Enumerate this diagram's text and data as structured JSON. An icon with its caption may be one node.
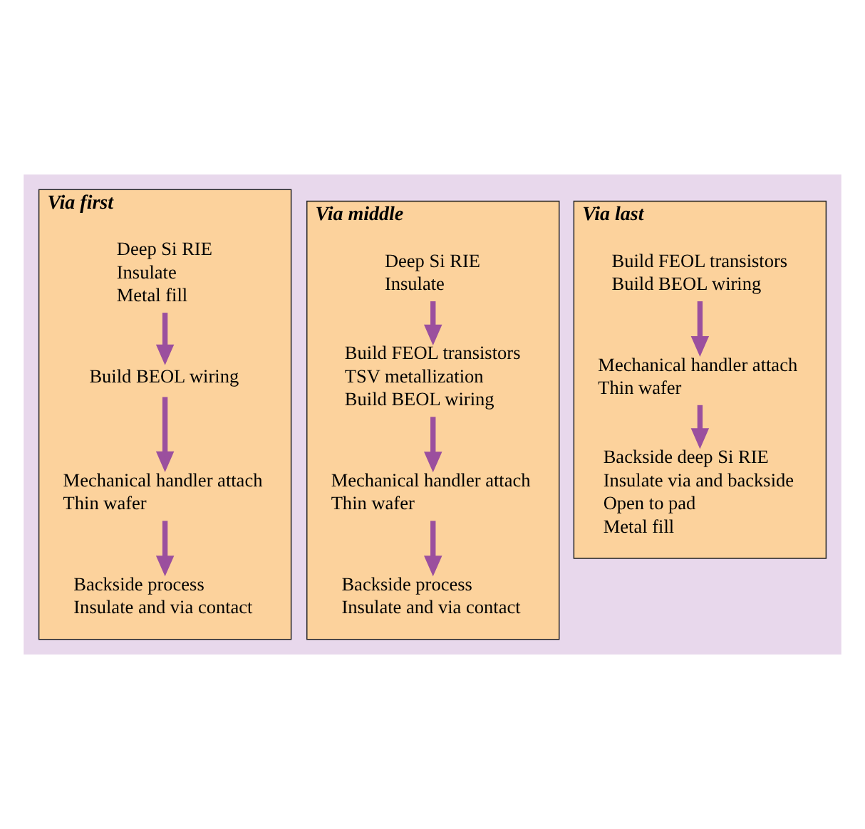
{
  "diagram": {
    "nodes": [
      {
        "text": [],
        "shape": "box"
      },
      {
        "text": [
          "Via first"
        ],
        "in": 0
      },
      {
        "text": [
          "Deep Si RIE",
          "Insulate",
          "Metal fill"
        ],
        "in": 1
      },
      {
        "text": [
          "Build BEOL wiring"
        ],
        "in": 1
      },
      {
        "text": [
          "Mechanical handler attach",
          "Thin wafer"
        ],
        "in": 1
      },
      {
        "text": [
          "Backside process",
          "Insulate and via contact"
        ],
        "in": 1
      },
      {
        "text": [
          "Via middle"
        ],
        "in": 0
      },
      {
        "text": [
          "Deep Si RIE",
          "Insulate"
        ],
        "in": 6
      },
      {
        "text": [
          "Build FEOL transistors",
          "TSV metallization",
          "Build BEOL wiring"
        ],
        "in": 6
      },
      {
        "text": [
          "Mechanical handler attach",
          "Thin wafer"
        ],
        "in": 6
      },
      {
        "text": [
          "Backside process",
          "Insulate and via contact"
        ],
        "in": 6
      },
      {
        "text": [
          "Via last"
        ],
        "in": 0
      },
      {
        "text": [
          "Build FEOL transistors",
          "Build BEOL wiring"
        ],
        "in": 11
      },
      {
        "text": [
          "Mechanical handler attach",
          "Thin wafer"
        ],
        "in": 11
      },
      {
        "text": [
          "Backside deep Si RIE",
          "Insulate via and backside",
          "Open to pad",
          "Metal fill"
        ],
        "in": 11
      }
    ],
    "edges": [
      {
        "from": 2,
        "to": 3,
        "arrow": "to"
      },
      {
        "from": 3,
        "to": 4,
        "arrow": "to"
      },
      {
        "from": 4,
        "to": 5,
        "arrow": "to"
      },
      {
        "from": 7,
        "to": 8,
        "arrow": "to"
      },
      {
        "from": 8,
        "to": 9,
        "arrow": "to"
      },
      {
        "from": 9,
        "to": 10,
        "arrow": "to"
      },
      {
        "from": 12,
        "to": 13,
        "arrow": "to"
      },
      {
        "from": 13,
        "to": 14,
        "arrow": "to"
      }
    ]
  }
}
